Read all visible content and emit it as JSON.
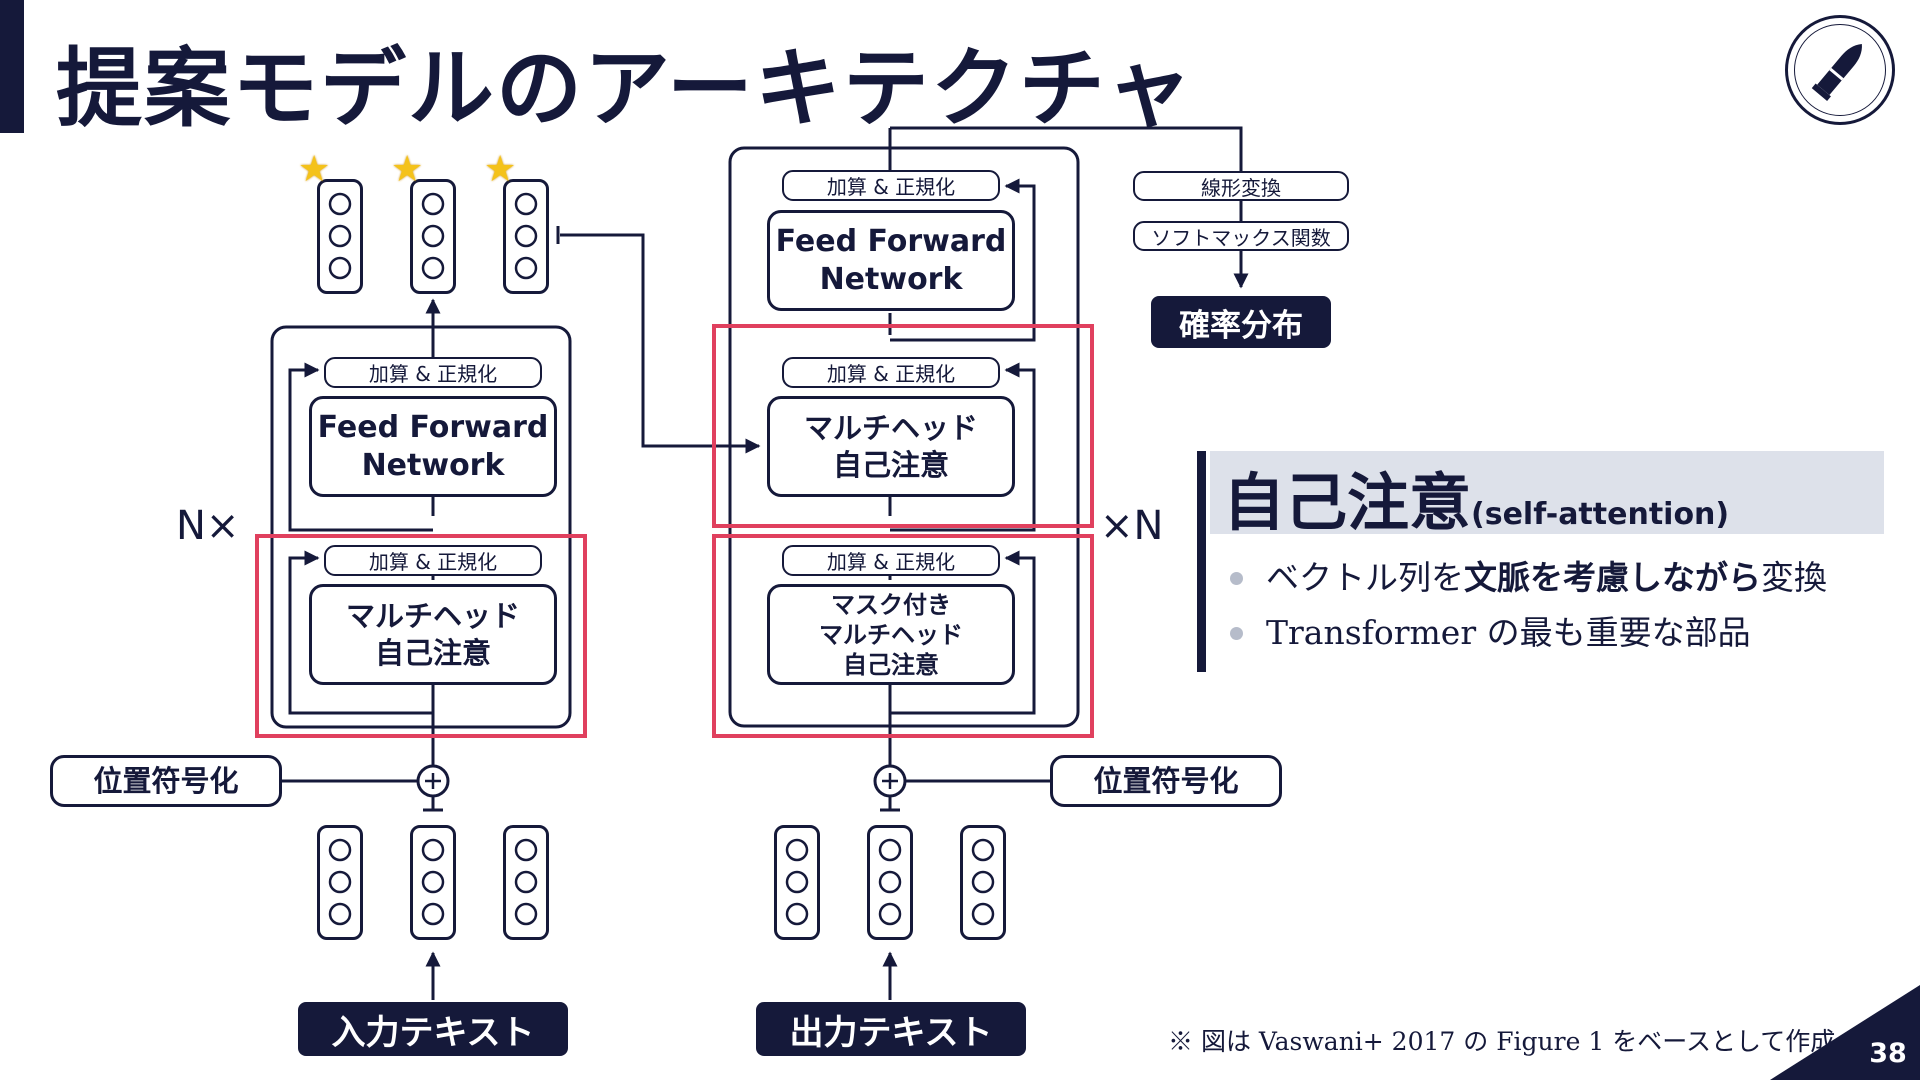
{
  "title": "提案モデルのアーキテクチャ",
  "page_number": "38",
  "logo_icon": "bullet-logo-icon",
  "encoder": {
    "addnorm_1": "加算 & 正規化",
    "ffn": "Feed Forward\nNetwork",
    "addnorm_2": "加算 & 正規化",
    "attention": "マルチヘッド\n自己注意",
    "n_label": "N×",
    "pos_encoding": "位置符号化",
    "input_label": "入力テキスト"
  },
  "decoder": {
    "addnorm_top": "加算 & 正規化",
    "ffn": "Feed Forward\nNetwork",
    "addnorm_mid": "加算 & 正規化",
    "cross_attention": "マルチヘッド\n自己注意",
    "addnorm_bottom": "加算 & 正規化",
    "masked_attention": "マスク付き\nマルチヘッド\n自己注意",
    "n_label": "×N",
    "pos_encoding": "位置符号化",
    "output_label": "出力テキスト"
  },
  "output_head": {
    "linear": "線形変換",
    "softmax": "ソフトマックス関数",
    "prob": "確率分布"
  },
  "self_attention": {
    "title": "自己注意",
    "title_en": "(self-attention)",
    "bullet1_pre": "ベクトル列を",
    "bullet1_bold": "文脈を考慮しながら",
    "bullet1_post": "変換",
    "bullet2": "Transformer の最も重要な部品"
  },
  "footnote": "※ 図は Vaswani+ 2017 の Figure 1 をベースとして作成",
  "colors": {
    "navy": "#15193a",
    "highlight": "#e0405e",
    "band": "#dde1ea",
    "star": "#f4c21a"
  }
}
